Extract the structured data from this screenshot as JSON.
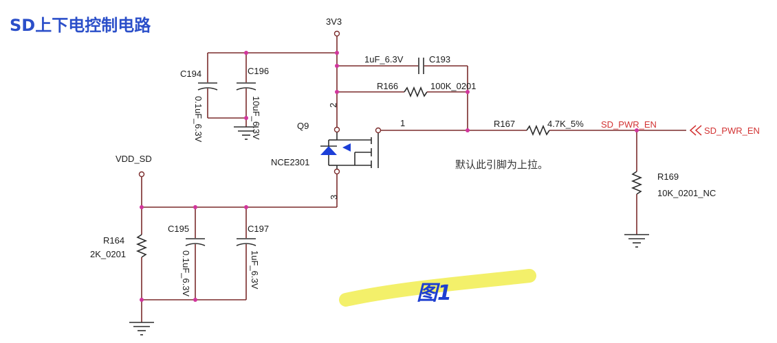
{
  "title": "SD上下电控制电路",
  "power_rails": {
    "top": "3V3",
    "left": "VDD_SD"
  },
  "components": {
    "c194": {
      "ref": "C194",
      "value": "0.1uF_6.3V"
    },
    "c196": {
      "ref": "C196",
      "value": "10uF_6.3V"
    },
    "c193": {
      "ref": "C193",
      "value": "1uF_6.3V"
    },
    "r166": {
      "ref": "R166",
      "value": "100K_0201"
    },
    "q9": {
      "ref": "Q9",
      "part": "NCE2301",
      "pin_gate": "1",
      "pin_source": "2",
      "pin_drain": "3"
    },
    "r167": {
      "ref": "R167",
      "value": "4.7K_5%"
    },
    "r169": {
      "ref": "R169",
      "value": "10K_0201_NC"
    },
    "r164": {
      "ref": "R164",
      "value": "2K_0201"
    },
    "c195": {
      "ref": "C195",
      "value": "0.1uF_6.3V"
    },
    "c197": {
      "ref": "C197",
      "value": "1uF_6.3V"
    }
  },
  "nets": {
    "enable_label": "SD_PWR_EN",
    "enable_port": "SD_PWR_EN"
  },
  "note": "默认此引脚为上拉。",
  "figure_label": "图1",
  "colors": {
    "wire": "#7a2a2a",
    "node": "#d1359c",
    "net_label": "#d23232",
    "title": "#2b4fc9",
    "figure_label": "#1e3fd0",
    "highlight": "#f3f06a"
  }
}
